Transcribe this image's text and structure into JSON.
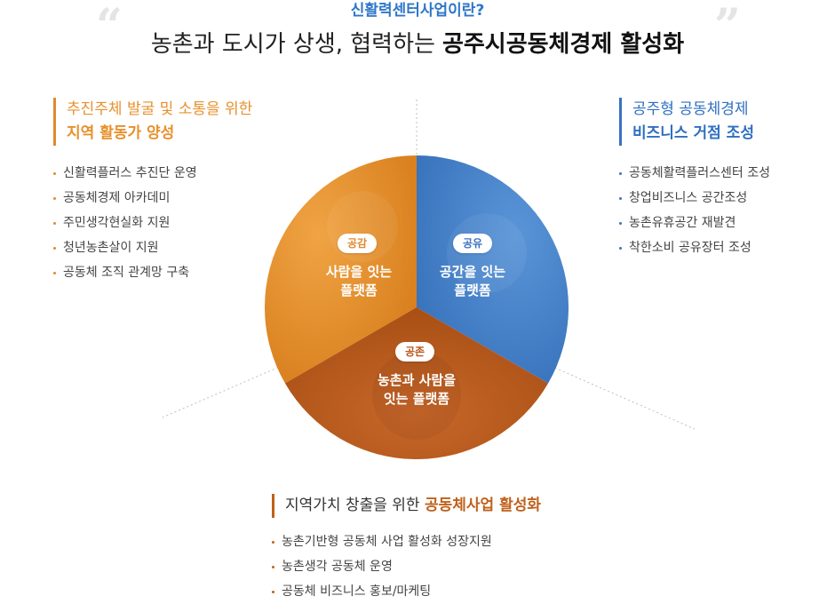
{
  "header": {
    "subtitle": "신활력센터사업이란?",
    "headline": "농촌과 도시가 상생, 협력하는",
    "headline_strong": "공주시공동체경제 활성화",
    "quote_open": "“",
    "quote_close": "”"
  },
  "left": {
    "title_line1": "추진주체 발굴 및 소통을 위한",
    "title_line2": "지역 활동가 양성",
    "items": [
      "신활력플러스 추진단 운영",
      "공동체경제 아카데미",
      "주민생각현실화 지원",
      "청년농촌살이 지원",
      "공동체 조직 관계망 구축"
    ]
  },
  "right": {
    "title_line1": "공주형 공동체경제",
    "title_line2": "비즈니스 거점 조성",
    "items": [
      "공동체활력플러스센터 조성",
      "창업비즈니스 공간조성",
      "농촌유휴공간 재발견",
      "착한소비 공유장터 조성"
    ]
  },
  "bottom": {
    "title_prefix": "지역가치 창출을 위한",
    "title_strong": "공동체사업 활성화",
    "items": [
      "농촌기반형 공동체 사업 활성화 성장지원",
      "농촌생각 공동체 운영",
      "공동체 비즈니스 홍보/마케팅"
    ]
  },
  "circle": {
    "left": {
      "badge": "공감",
      "line1": "사람을 잇는",
      "line2": "플랫폼",
      "color": "#e38b25"
    },
    "right": {
      "badge": "공유",
      "line1": "공간을 잇는",
      "line2": "플랫폼",
      "color": "#4b87cf"
    },
    "bottom": {
      "badge": "공존",
      "line1": "농촌과 사람을",
      "line2": "잇는 플랫폼",
      "color": "#c2601a"
    }
  }
}
